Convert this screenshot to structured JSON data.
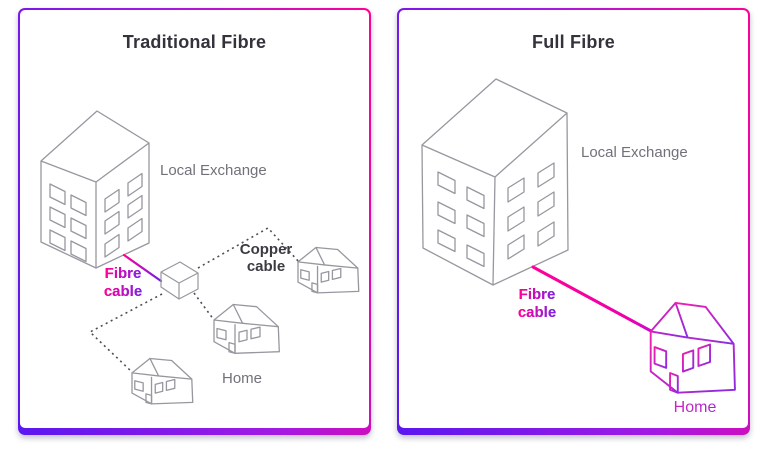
{
  "colors": {
    "border_gradient_start": "#5a17ef",
    "border_gradient_mid": "#a11ae3",
    "border_gradient_end": "#ff0098",
    "fibre_pink": "#ff0098",
    "fibre_purple": "#7a24e8",
    "outline_gray": "#97979f",
    "dash_gray": "#4d4d55",
    "label_gray": "#71717a",
    "title_dark": "#33333b"
  },
  "panels": [
    {
      "id": "traditional-fibre",
      "title": "Traditional Fibre",
      "labels": {
        "exchange": "Local Exchange",
        "fibre_line1": "Fibre",
        "fibre_line2": "cable",
        "copper_line1": "Copper",
        "copper_line2": "cable",
        "home": "Home"
      }
    },
    {
      "id": "full-fibre",
      "title": "Full Fibre",
      "labels": {
        "exchange": "Local Exchange",
        "fibre_line1": "Fibre",
        "fibre_line2": "cable",
        "home": "Home"
      }
    }
  ]
}
